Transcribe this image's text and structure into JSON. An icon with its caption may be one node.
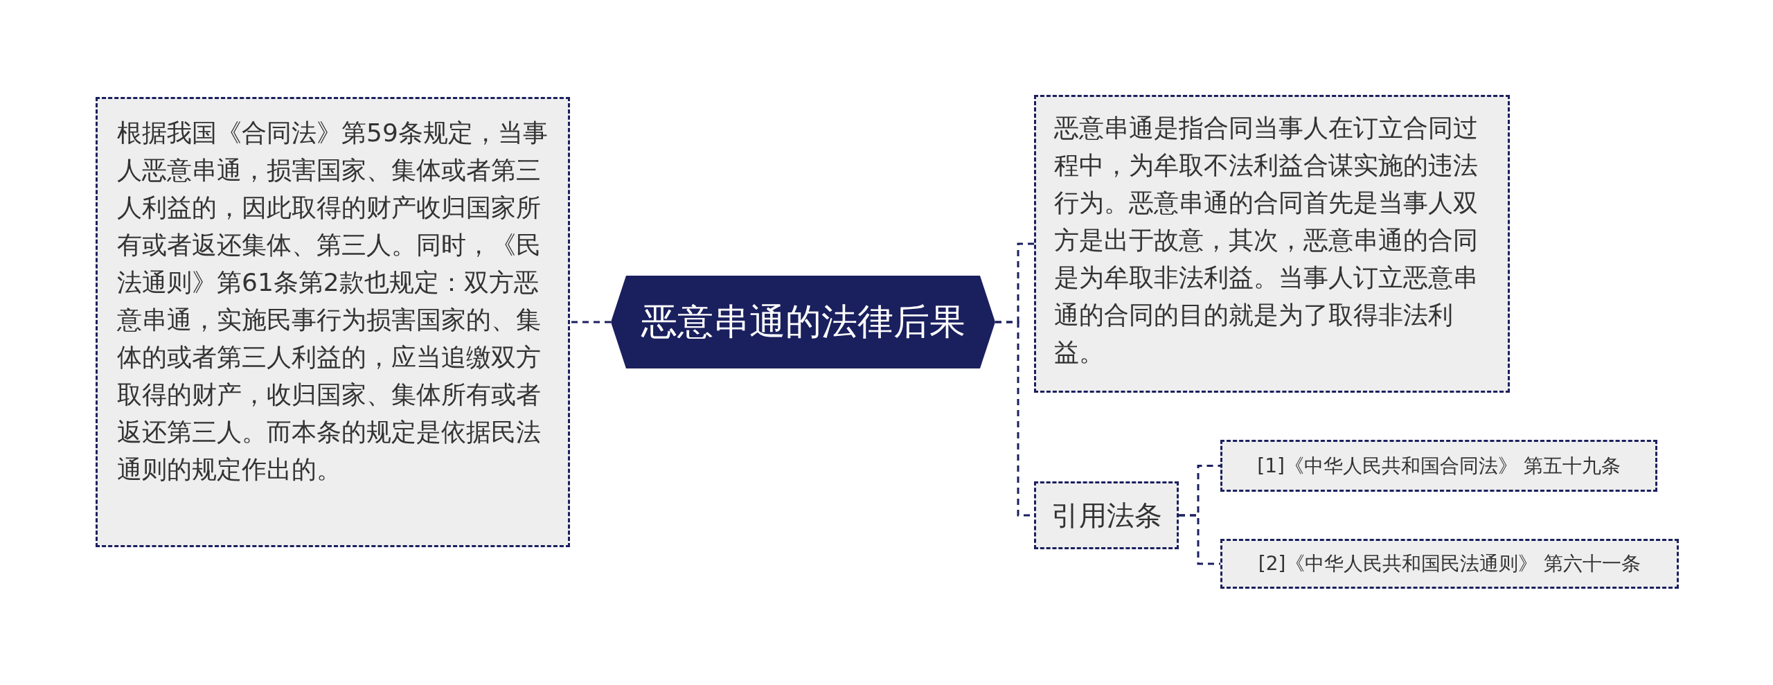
{
  "diagram": {
    "nodes": [
      {
        "text": [
          "恶意串通的法律后果"
        ]
      },
      {
        "text": [
          "根据我国《合同法》第59条规定，当事人恶意串通，损害国家、集体或者第三人利益的，因此取得的财产收归国家所有或者返还集体、第三人。同时，《民法通则》第61条第2款也规定：双方恶意串通，实施民事行为损害国家的、集体的或者第三人利益的，应当追缴双方取得的财产，收归国家、集体所有或者返还第三人。而本条的规定是依据民法通则的规定作出的。"
        ]
      },
      {
        "text": [
          "恶意串通是指合同当事人在订立合同过程中，为牟取不法利益合谋实施的违法行为。恶意串通的合同首先是当事人双方是出于故意，其次，恶意串通的合同是为牟取非法利益。当事人订立恶意串通的合同的目的就是为了取得非法利益。"
        ]
      },
      {
        "text": [
          "引用法条"
        ]
      },
      {
        "text": [
          "[1]《中华人民共和国合同法》 第五十九条"
        ]
      },
      {
        "text": [
          "[2]《中华人民共和国民法通则》 第六十一条"
        ]
      }
    ],
    "edges": [
      {
        "from": 0,
        "to": 1,
        "arrow": "none"
      },
      {
        "from": 0,
        "to": 2,
        "arrow": "none"
      },
      {
        "from": 0,
        "to": 3,
        "arrow": "none"
      },
      {
        "from": 3,
        "to": 4,
        "arrow": "none"
      },
      {
        "from": 3,
        "to": 5,
        "arrow": "none"
      }
    ]
  }
}
